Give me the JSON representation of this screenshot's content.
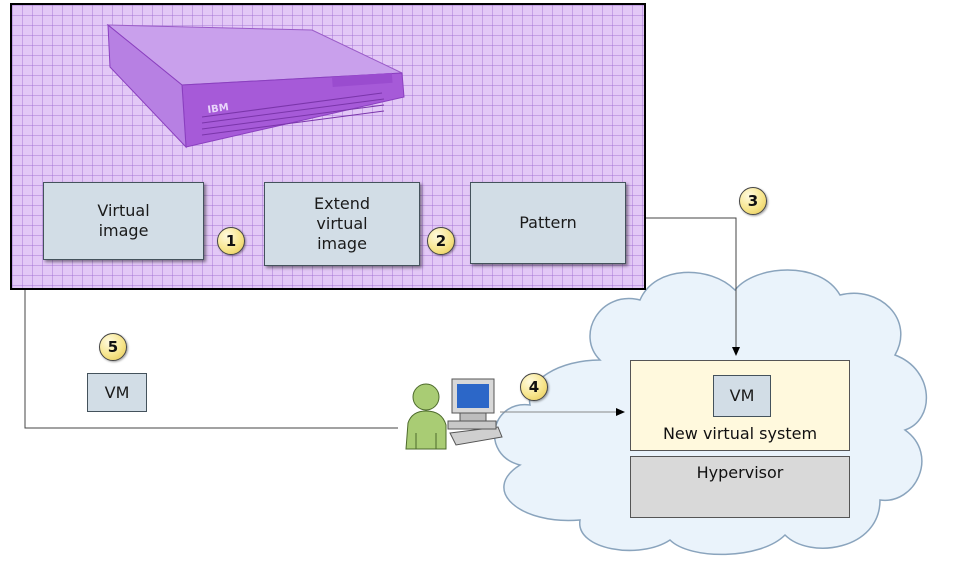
{
  "boxes": {
    "virtual_image": "Virtual\nimage",
    "extend_virtual_image": "Extend\nvirtual\nimage",
    "pattern": "Pattern",
    "vm_standalone": "VM",
    "vm_inner": "VM"
  },
  "badges": [
    "1",
    "2",
    "3",
    "4",
    "5"
  ],
  "cloud": {
    "system_label": "New virtual system",
    "hypervisor_label": "Hypervisor"
  },
  "appliance_brand": "IBM",
  "colors": {
    "panel": "#e3c8f6",
    "appliance": "#b36ee0",
    "box": "#d2dde6",
    "badge": "#f7e58c",
    "system": "#fff9dd",
    "hypervisor": "#d9d9d9",
    "cloud": "#eaf3fb"
  }
}
